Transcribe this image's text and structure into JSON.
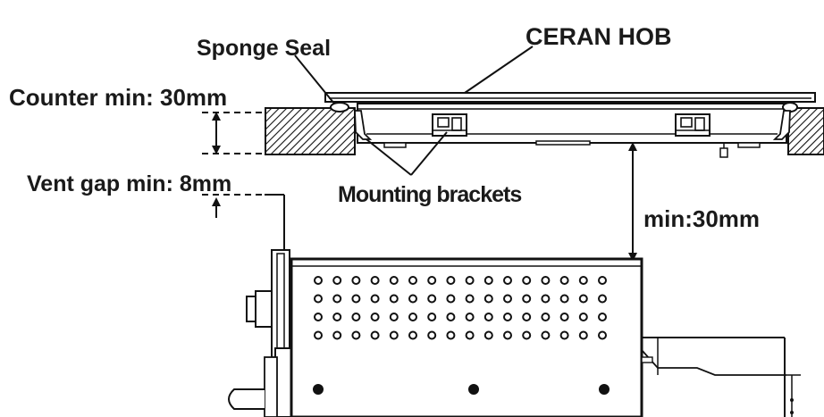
{
  "labels": {
    "sponge_seal": "Sponge Seal",
    "ceran_hob": "CERAN HOB",
    "counter_min": "Counter min: 30mm",
    "vent_gap_min": "Vent gap min: 8mm",
    "mounting_brackets": "Mounting brackets",
    "min_clearance": "min:30mm"
  }
}
